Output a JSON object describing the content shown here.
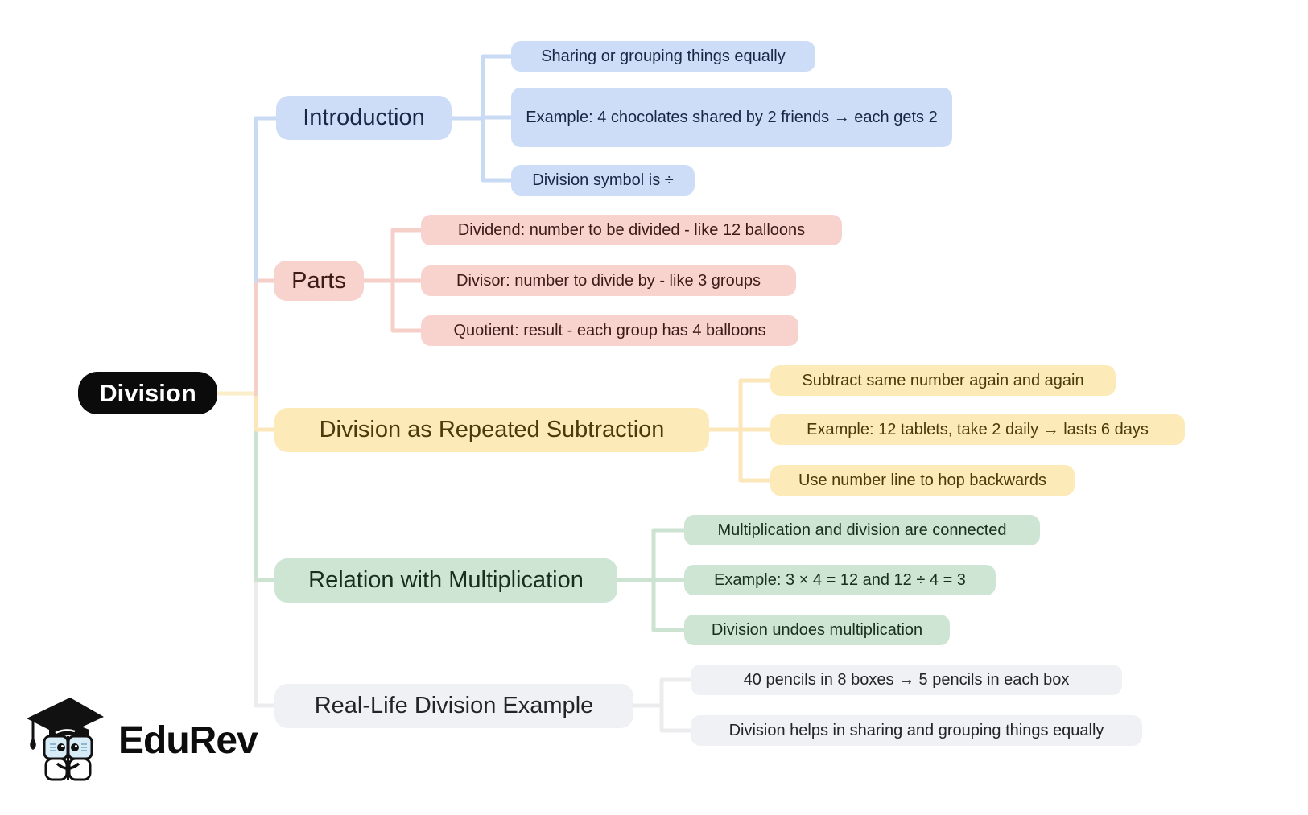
{
  "title": "Division mind map",
  "root": {
    "label": "Division",
    "bg_color": "#0b0b0b",
    "text_color": "#ffffff"
  },
  "branches": [
    {
      "label": "Introduction",
      "fill": "#cdddf7",
      "text_color": "#182743",
      "children": [
        "Sharing or grouping things equally",
        "Example: 4 chocolates shared by 2 friends → each gets 2",
        "Division symbol is ÷"
      ]
    },
    {
      "label": "Parts",
      "fill": "#f8d3ce",
      "text_color": "#3c1b17",
      "children": [
        "Dividend: number to be divided - like 12 balloons",
        "Divisor: number to divide by - like 3 groups",
        "Quotient: result - each group has 4 balloons"
      ]
    },
    {
      "label": "Division as Repeated Subtraction",
      "fill": "#fdeab9",
      "text_color": "#4a3b0d",
      "children": [
        "Subtract same number again and again",
        "Example: 12 tablets, take 2 daily → lasts 6 days",
        "Use number line to hop backwards"
      ]
    },
    {
      "label": "Relation with Multiplication",
      "fill": "#cfe5d4",
      "text_color": "#17301e",
      "children": [
        "Multiplication and division are connected",
        "Example: 3 × 4 = 12 and 12 ÷ 4 = 3",
        "Division undoes multiplication"
      ]
    },
    {
      "label": "Real-Life Division Example",
      "fill": "#f0f1f4",
      "text_color": "#212529",
      "children": [
        "40 pencils in 8 boxes → 5 pencils in each box",
        "Division helps in sharing and grouping things equally"
      ]
    }
  ],
  "logo": {
    "brand": "EduRev"
  }
}
